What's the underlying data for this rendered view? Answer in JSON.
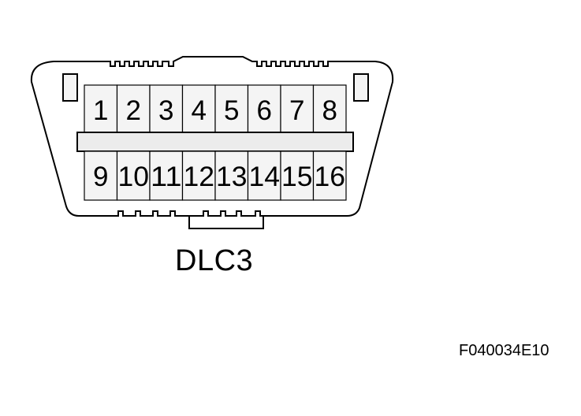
{
  "connector": {
    "name": "DLC3",
    "top_row_pins": [
      "1",
      "2",
      "3",
      "4",
      "5",
      "6",
      "7",
      "8"
    ],
    "bottom_row_pins": [
      "9",
      "10",
      "11",
      "12",
      "13",
      "14",
      "15",
      "16"
    ]
  },
  "figure_code": "F040034E10",
  "colors": {
    "outline": "#000000",
    "pin_cell_fill": "#f4f4f4",
    "divider_fill": "#ececec",
    "background": "#ffffff"
  }
}
